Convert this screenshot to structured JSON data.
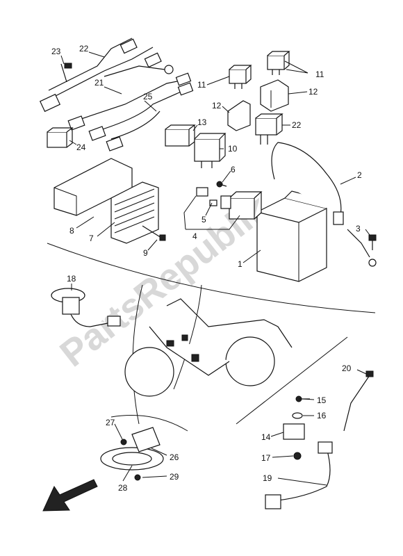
{
  "watermark": "PartsRepublik",
  "callouts": [
    "1",
    "2",
    "3",
    "4",
    "5",
    "6",
    "7",
    "8",
    "9",
    "10",
    "11",
    "11",
    "12",
    "12",
    "13",
    "14",
    "15",
    "16",
    "17",
    "18",
    "19",
    "20",
    "21",
    "22",
    "22",
    "23",
    "24",
    "25",
    "26",
    "27",
    "28",
    "29"
  ]
}
